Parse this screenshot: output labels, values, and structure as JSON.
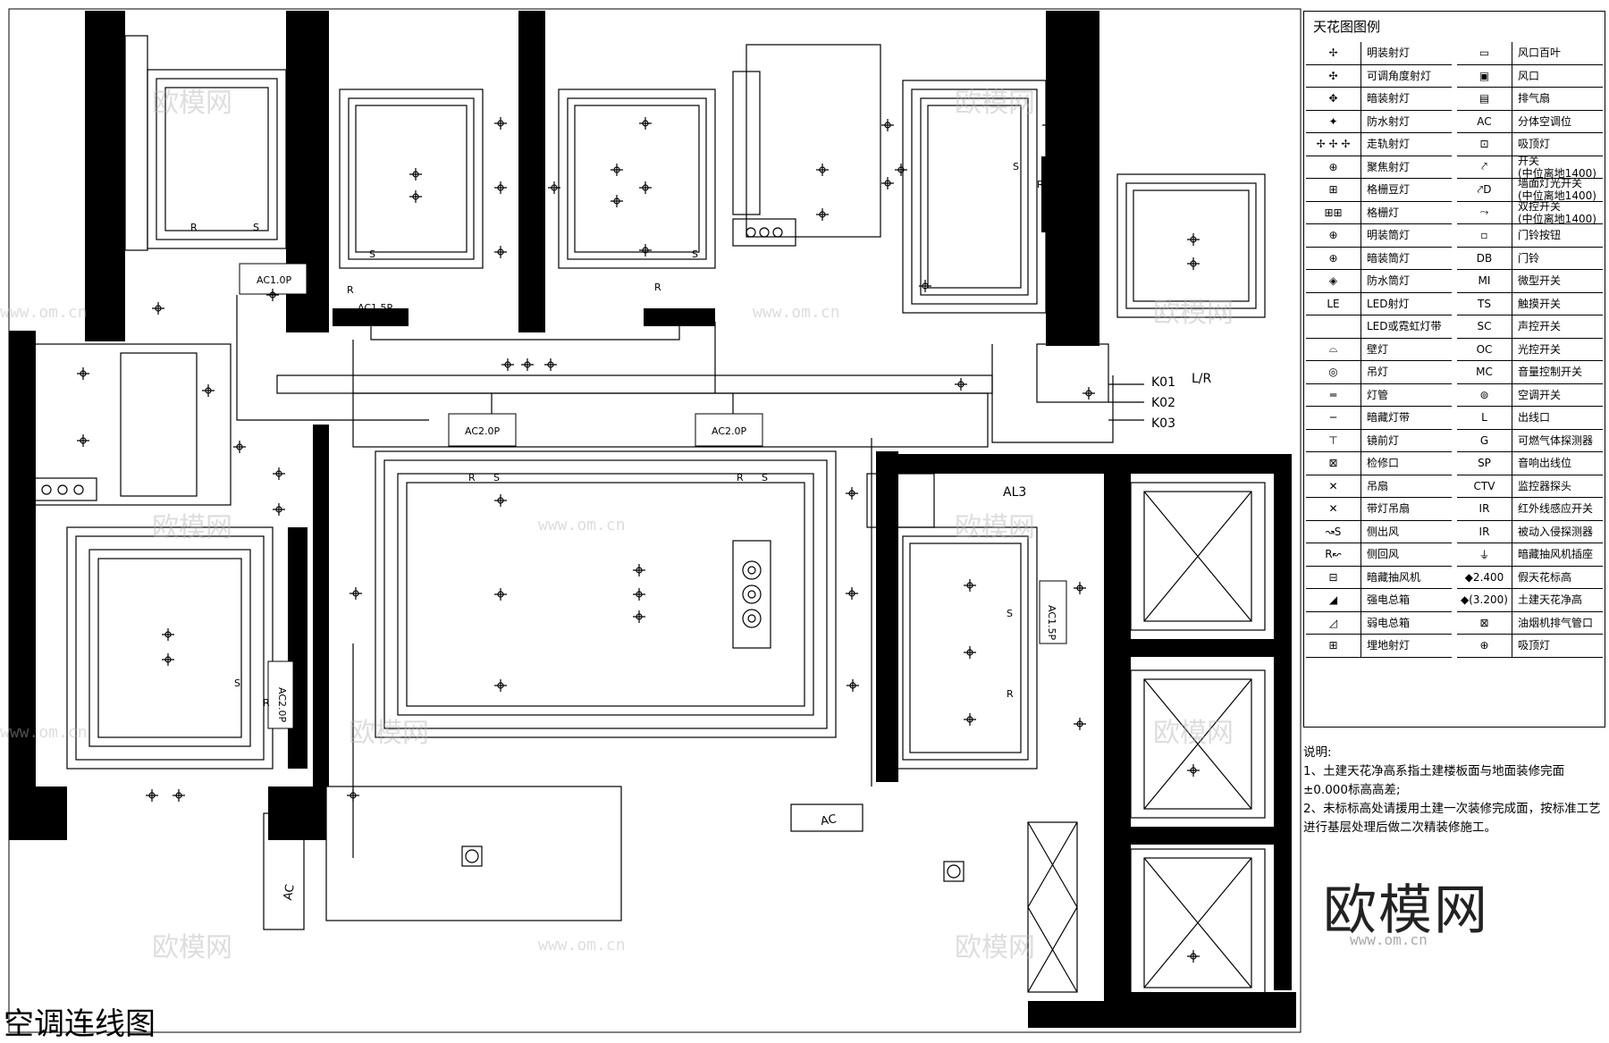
{
  "title": "空调连线图",
  "legend": {
    "title": "天花图图例",
    "left": [
      {
        "sym": "✢",
        "label": "明装射灯"
      },
      {
        "sym": "✣",
        "label": "可调角度射灯"
      },
      {
        "sym": "✥",
        "label": "暗装射灯"
      },
      {
        "sym": "✦",
        "label": "防水射灯"
      },
      {
        "sym": "✢ ✢ ✢",
        "label": "走轨射灯"
      },
      {
        "sym": "⊕",
        "label": "聚焦射灯"
      },
      {
        "sym": "⊞",
        "label": "格栅豆灯"
      },
      {
        "sym": "⊞⊞",
        "label": "格栅灯"
      },
      {
        "sym": "⊕",
        "label": "明装筒灯"
      },
      {
        "sym": "⊕",
        "label": "暗装筒灯"
      },
      {
        "sym": "◈",
        "label": "防水筒灯"
      },
      {
        "sym": "LE",
        "label": "LED射灯"
      },
      {
        "sym": "",
        "label": "LED或霓虹灯带"
      },
      {
        "sym": "⌓",
        "label": "壁灯"
      },
      {
        "sym": "◎",
        "label": "吊灯"
      },
      {
        "sym": "═",
        "label": "灯管"
      },
      {
        "sym": "─",
        "label": "暗藏灯带"
      },
      {
        "sym": "⊤",
        "label": "镜前灯"
      },
      {
        "sym": "⊠",
        "label": "检修口"
      },
      {
        "sym": "✕",
        "label": "吊扇"
      },
      {
        "sym": "✕",
        "label": "带灯吊扇"
      },
      {
        "sym": "↝S",
        "label": "侧出风"
      },
      {
        "sym": "R↜",
        "label": "侧回风"
      },
      {
        "sym": "⊟",
        "label": "暗藏抽风机"
      },
      {
        "sym": "◢",
        "label": "强电总箱"
      },
      {
        "sym": "◿",
        "label": "弱电总箱"
      },
      {
        "sym": "⊞",
        "label": "埋地射灯"
      }
    ],
    "right": [
      {
        "sym": "▭",
        "label": "风口百叶"
      },
      {
        "sym": "▣",
        "label": "风口"
      },
      {
        "sym": "▤",
        "label": "排气扇"
      },
      {
        "sym": "AC",
        "label": "分体空调位"
      },
      {
        "sym": "⊡",
        "label": "吸顶灯"
      },
      {
        "sym": "⤤",
        "label": "开关\n(中位离地1400)"
      },
      {
        "sym": "⤤D",
        "label": "墙面灯光开关\n(中位离地1400)"
      },
      {
        "sym": "⤳",
        "label": "双控开关\n(中位离地1400)"
      },
      {
        "sym": "▫",
        "label": "门铃按钮"
      },
      {
        "sym": "DB",
        "label": "门铃"
      },
      {
        "sym": "MI",
        "label": "微型开关"
      },
      {
        "sym": "TS",
        "label": "触摸开关"
      },
      {
        "sym": "SC",
        "label": "声控开关"
      },
      {
        "sym": "OC",
        "label": "光控开关"
      },
      {
        "sym": "MC",
        "label": "音量控制开关"
      },
      {
        "sym": "⊚",
        "label": "空调开关"
      },
      {
        "sym": "L",
        "label": "出线口"
      },
      {
        "sym": "G",
        "label": "可燃气体探测器"
      },
      {
        "sym": "SP",
        "label": "音响出线位"
      },
      {
        "sym": "CTV",
        "label": "监控器探头"
      },
      {
        "sym": "IR",
        "label": "红外线感应开关"
      },
      {
        "sym": "IR",
        "label": "被动入侵探测器"
      },
      {
        "sym": "⏚",
        "label": "暗藏抽风机插座"
      },
      {
        "sym": "◆2.400",
        "label": "假天花标高"
      },
      {
        "sym": "◆(3.200)",
        "label": "土建天花净高"
      },
      {
        "sym": "⊠",
        "label": "油烟机排气管口"
      },
      {
        "sym": "⊕",
        "label": "吸顶灯"
      }
    ]
  },
  "notes": {
    "heading": "说明:",
    "items": [
      "1、土建天花净高系指土建楼板面与地面装修完面±0.000标高高差;",
      "2、未标标高处请援用土建一次装修完成面，按标准工艺进行基层处理后做二次精装修施工。"
    ]
  },
  "plan_labels": {
    "ac_units": [
      "AC1.0P",
      "AC1.5P",
      "AC1.5P",
      "AC1.5P",
      "AC2.0P",
      "AC2.0P",
      "AC1.5P",
      "AC2.0P",
      "AC",
      "AC"
    ],
    "circuits": [
      "K01",
      "K02",
      "K03"
    ],
    "lr": "L/R",
    "panel": "AL3",
    "r": "R",
    "s": "S"
  },
  "watermark": {
    "brand": "欧模网",
    "url": "www.om.cn"
  },
  "colors": {
    "line": "#000000",
    "wall": "#000000",
    "background": "#ffffff",
    "watermark": "#b4b4b4"
  }
}
